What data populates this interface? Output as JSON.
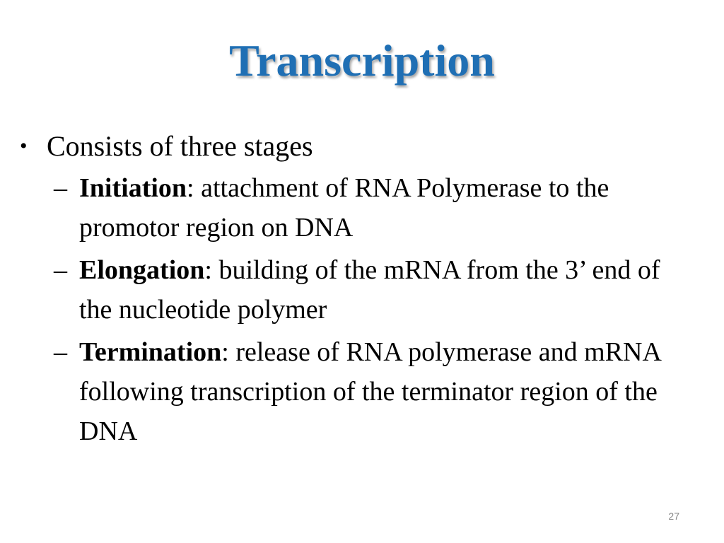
{
  "slide": {
    "title": "Transcription",
    "page_number": "27",
    "title_color": "#1f6fb4"
  },
  "bullets": {
    "main": {
      "marker": "•",
      "text": "Consists of three stages"
    },
    "stages": [
      {
        "dash": "–",
        "term": "Initiation",
        "description": ": attachment of RNA Polymerase to the promotor region on DNA"
      },
      {
        "dash": "–",
        "term": "Elongation",
        "description": ": building of the mRNA from the 3’ end of the nucleotide polymer"
      },
      {
        "dash": "–",
        "term": "Termination",
        "description": ": release of RNA polymerase and mRNA following transcription of the terminator region of the DNA"
      }
    ]
  }
}
